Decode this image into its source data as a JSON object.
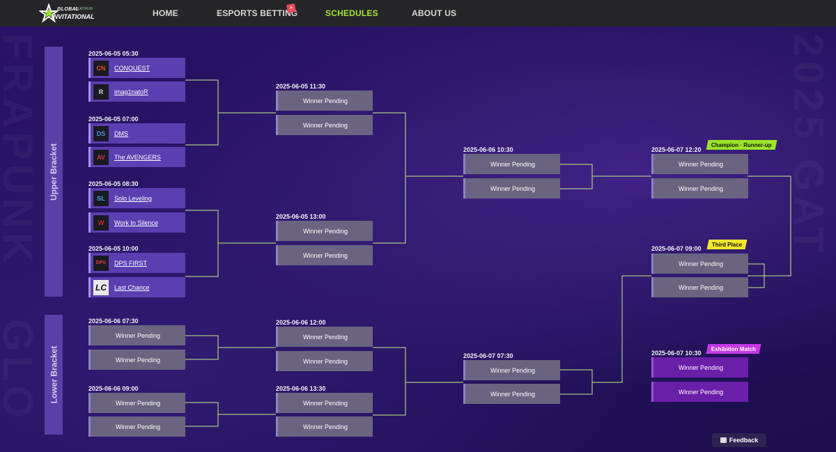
{
  "nav": {
    "logo_line1": "GLOBAL",
    "logo_line1b": "PLATINUM",
    "logo_line2": "INVITATIONAL",
    "home": "HOME",
    "betting": "ESPORTS BETTING",
    "schedules": "SCHEDULES",
    "about": "ABOUT US"
  },
  "watermark_left": "FRAPUNK",
  "watermark_left2": "GLO",
  "watermark_right": "2025 GAT",
  "labels": {
    "upper": "Upper Bracket",
    "lower": "Lower Bracket"
  },
  "tags": {
    "champion": "Champion · Runner-up",
    "third": "Third Place",
    "exhibition": "Exhibition Match"
  },
  "pending": "Winner Pending",
  "upper_r1": [
    {
      "time": "2025-06-05 05:30",
      "teams": [
        {
          "name": "CONQUEST",
          "abbr": "CN",
          "color": "#e8501c"
        },
        {
          "name": "imag1natoR",
          "abbr": "R",
          "color": "#cccccc"
        }
      ]
    },
    {
      "time": "2025-06-05 07:00",
      "teams": [
        {
          "name": "DMS",
          "abbr": "DS",
          "color": "#4a90e2"
        },
        {
          "name": "The AVENGERS",
          "abbr": "AV",
          "color": "#c83a3a"
        }
      ]
    },
    {
      "time": "2025-06-05 08:30",
      "teams": [
        {
          "name": "Solo Leveling",
          "abbr": "SL",
          "color": "#3fa7f0"
        },
        {
          "name": "Work In Silence",
          "abbr": "W",
          "color": "#d62828"
        }
      ]
    },
    {
      "time": "2025-06-05 10:00",
      "teams": [
        {
          "name": "DPS FIRST",
          "abbr": "DPS",
          "color": "#e04040"
        },
        {
          "name": "Last Chance",
          "abbr": "LC",
          "color": "#1a1a22"
        }
      ]
    }
  ],
  "upper_r2": [
    "2025-06-05 11:30",
    "2025-06-05 13:00"
  ],
  "upper_r3": "2025-06-06 10:30",
  "final": "2025-06-07 12:20",
  "third_place": "2025-06-07 09:00",
  "exhibition": "2025-06-07 10:30",
  "lower_r1": [
    "2025-06-06 07:30",
    "2025-06-06 09:00"
  ],
  "lower_r2": [
    "2025-06-06 12:00",
    "2025-06-06 13:30"
  ],
  "lower_r3": "2025-06-07 07:30",
  "feedback": "Feedback",
  "colors": {
    "accent_green": "#a3e635",
    "pending_bg": "#6a6480",
    "team_bg": "#5b3fb0",
    "exhibition_bg": "#6a1fa8"
  }
}
